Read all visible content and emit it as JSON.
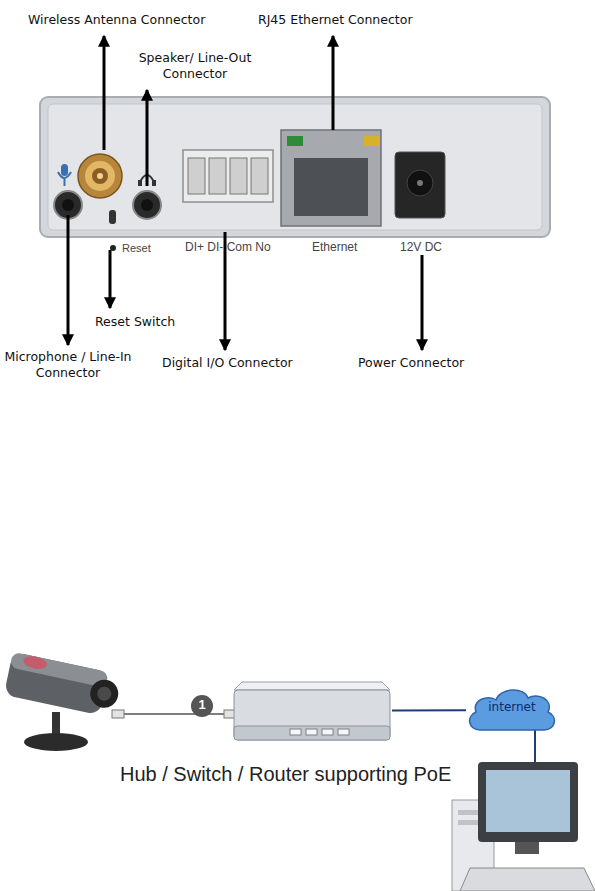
{
  "diagram": {
    "nodes": [
      {
        "text": [
          "Hub / Switch / Router supporting PoE"
        ]
      },
      {
        "text": [
          "internet"
        ]
      }
    ],
    "edges": [
      {
        "from": 0,
        "to": 1,
        "arrow": "none"
      }
    ],
    "labels": [
      "Wireless Antenna Connector",
      "Speaker/ Line-Out Connector",
      "RJ45 Ethernet Connector",
      "Reset",
      "DI+ DI- Com No",
      "Ethernet",
      "12V DC",
      "Reset Switch",
      "Microphone / Line-In Connector",
      "Digital I/O Connector",
      "Power Connector",
      "1"
    ]
  }
}
